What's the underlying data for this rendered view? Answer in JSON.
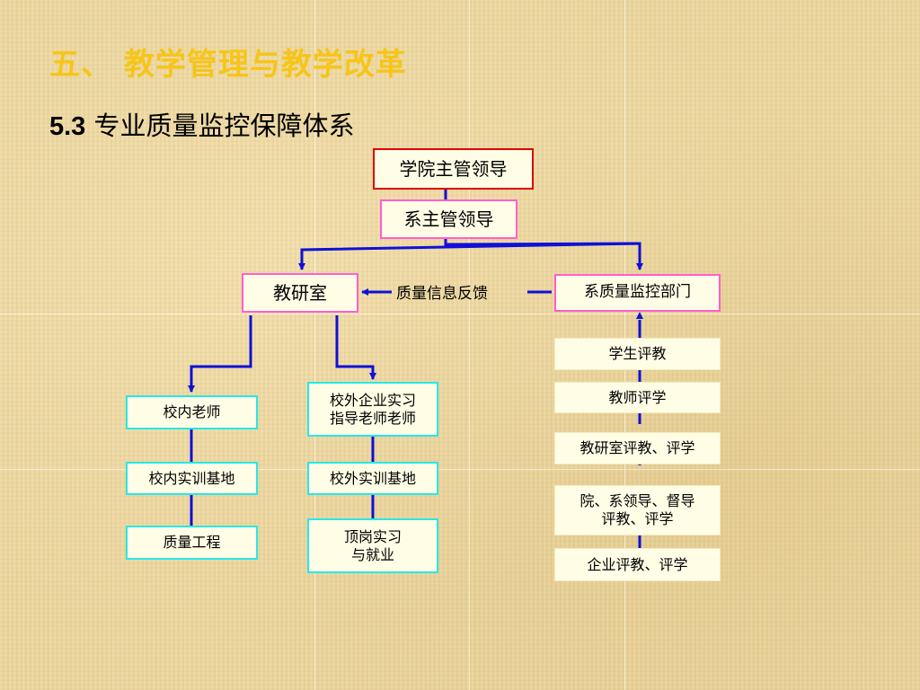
{
  "slide": {
    "heading": "五、 教学管理与教学改革",
    "subheading_num": "5.3",
    "subheading_text": " 专业质量监控保障体系"
  },
  "diagram": {
    "college_leader": "学院主管领导",
    "dept_leader": "系主管领导",
    "teaching_office": "教研室",
    "feedback_label": "质量信息反馈",
    "quality_dept": "系质量监控部门",
    "left_column": [
      "校内老师",
      "校内实训基地",
      "质量工程"
    ],
    "middle_column": [
      "校外企业实习\n指导老师老师",
      "校外实训基地",
      "顶岗实习\n与就业"
    ],
    "right_column": [
      "学生评教",
      "教师评学",
      "教研室评教、评学",
      "院、系领导、督导\n评教、评学",
      "企业评教、评学"
    ]
  },
  "colors": {
    "heading": "#f6c51a",
    "arrow": "#1010d8",
    "red_border": "#e00000",
    "pink_border": "#ff5fd0",
    "cyan_border": "#28e8e8",
    "box_fill": "#fffde6"
  }
}
